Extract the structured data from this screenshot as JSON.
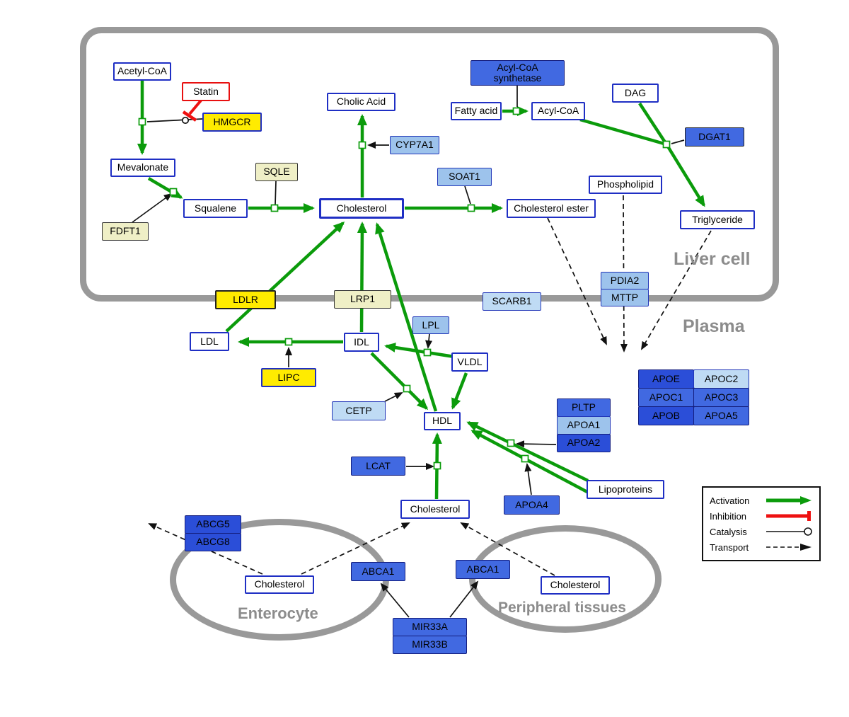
{
  "regions": {
    "liver": {
      "label": "Liver cell"
    },
    "plasma": {
      "label": "Plasma"
    },
    "enterocyte": {
      "label": "Enterocyte"
    },
    "peripheral": {
      "label": "Peripheral tissues"
    }
  },
  "legend": {
    "activation": "Activation",
    "inhibition": "Inhibition",
    "catalysis": "Catalysis",
    "transport": "Transport"
  },
  "colors": {
    "activation": "#0B9B0B",
    "inhibition": "#EE1111",
    "membrane": "#999999",
    "metabolite_border": "#1F2FC4",
    "gene_yellow": "#FFEB00",
    "gene_pale_yellow": "#EFEFC6",
    "gene_blue_light": "#BFDBF4",
    "gene_blue_mid": "#9DC3EC",
    "gene_blue": "#4169E1",
    "gene_blue_dark": "#2B4ED8"
  },
  "nodes": {
    "acetyl_coa": {
      "label": "Acetyl-CoA"
    },
    "statin": {
      "label": "Statin"
    },
    "hmgcr": {
      "label": "HMGCR"
    },
    "mevalonate": {
      "label": "Mevalonate"
    },
    "sqle": {
      "label": "SQLE"
    },
    "fdft1": {
      "label": "FDFT1"
    },
    "squalene": {
      "label": "Squalene"
    },
    "cholic_acid": {
      "label": "Cholic Acid"
    },
    "cyp7a1": {
      "label": "CYP7A1"
    },
    "cholesterol_liver": {
      "label": "Cholesterol"
    },
    "soat1": {
      "label": "SOAT1"
    },
    "cholesterol_ester": {
      "label": "Cholesterol ester"
    },
    "acyl_coa_synthetase": {
      "label": "Acyl-CoA synthetase"
    },
    "fatty_acid": {
      "label": "Fatty acid"
    },
    "acyl_coa": {
      "label": "Acyl-CoA"
    },
    "dag": {
      "label": "DAG"
    },
    "dgat1": {
      "label": "DGAT1"
    },
    "phospholipid": {
      "label": "Phospholipid"
    },
    "triglyceride": {
      "label": "Triglyceride"
    },
    "pdia2": {
      "label": "PDIA2"
    },
    "mttp": {
      "label": "MTTP"
    },
    "ldlr": {
      "label": "LDLR"
    },
    "lrp1": {
      "label": "LRP1"
    },
    "scarb1": {
      "label": "SCARB1"
    },
    "ldl": {
      "label": "LDL"
    },
    "idl": {
      "label": "IDL"
    },
    "lpl": {
      "label": "LPL"
    },
    "vldl": {
      "label": "VLDL"
    },
    "lipc": {
      "label": "LIPC"
    },
    "cetp": {
      "label": "CETP"
    },
    "hdl": {
      "label": "HDL"
    },
    "pltp": {
      "label": "PLTP"
    },
    "apoa1": {
      "label": "APOA1"
    },
    "apoa2": {
      "label": "APOA2"
    },
    "apoe": {
      "label": "APOE"
    },
    "apoc2": {
      "label": "APOC2"
    },
    "apoc1": {
      "label": "APOC1"
    },
    "apoc3": {
      "label": "APOC3"
    },
    "apob": {
      "label": "APOB"
    },
    "apoa5": {
      "label": "APOA5"
    },
    "lcat": {
      "label": "LCAT"
    },
    "apoa4": {
      "label": "APOA4"
    },
    "lipoproteins": {
      "label": "Lipoproteins"
    },
    "cholesterol_plasma": {
      "label": "Cholesterol"
    },
    "abcg5": {
      "label": "ABCG5"
    },
    "abcg8": {
      "label": "ABCG8"
    },
    "cholesterol_enterocyte": {
      "label": "Cholesterol"
    },
    "abca1_enterocyte": {
      "label": "ABCA1"
    },
    "abca1_peripheral": {
      "label": "ABCA1"
    },
    "cholesterol_peripheral": {
      "label": "Cholesterol"
    },
    "mir33a": {
      "label": "MIR33A"
    },
    "mir33b": {
      "label": "MIR33B"
    }
  }
}
